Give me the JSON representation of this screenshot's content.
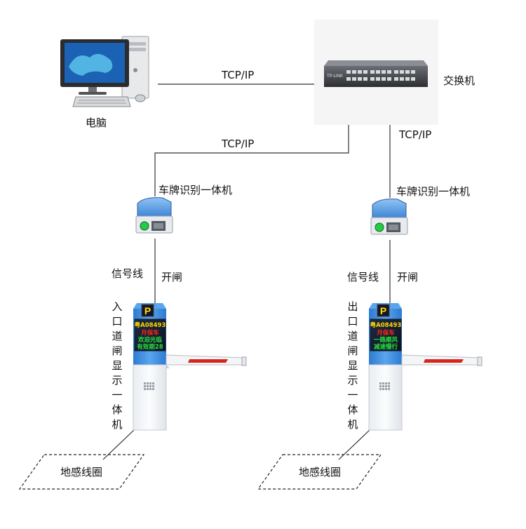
{
  "labels": {
    "computer": "电脑",
    "switch": "交换机",
    "tcp_top": "TCP/IP",
    "tcp_mid": "TCP/IP",
    "tcp_right": "TCP/IP",
    "camera_left": "车牌识别一体机",
    "camera_right": "车牌识别一体机",
    "signal_left": "信号线",
    "open_left": "开闸",
    "signal_right": "信号线",
    "open_right": "开闸",
    "gate_left_title": "入口道闸显示一体机",
    "gate_right_title": "出口道闸显示一体机",
    "loop_left": "地感线圈",
    "loop_right": "地感线圈"
  },
  "switch_brand": "TP-LINK",
  "displays": {
    "left": [
      "粤A08493",
      "月保车",
      "欢迎光临",
      "有效期28"
    ],
    "right": [
      "粤A08493",
      "月保车",
      "一路顺风",
      "减速慢行"
    ]
  },
  "parking_sign": "P",
  "colors": {
    "led_yellow": "#ffd600",
    "led_red": "#ff2a1a",
    "led_green": "#28e23c",
    "cabinet_blue": "#3f8fe0",
    "barrier_red": "#d9261c",
    "camera_lens": "#22cc44"
  }
}
